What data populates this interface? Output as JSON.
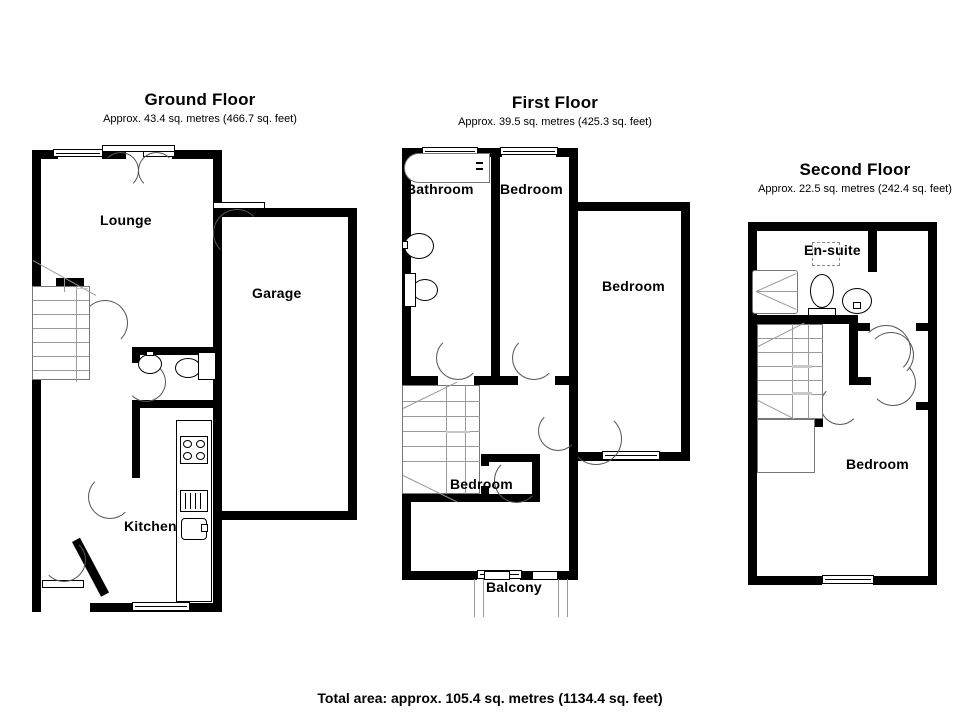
{
  "document": {
    "type": "floor-plan",
    "total_area_text": "Total area: approx. 105.4 sq. metres (1134.4 sq. feet)"
  },
  "floors": [
    {
      "id": "ground",
      "title": "Ground Floor",
      "area": "Approx. 43.4 sq. metres (466.7 sq. feet)",
      "area_metric": "43.4 sq. metres",
      "area_imperial": "466.7 sq. feet",
      "rooms": [
        {
          "name": "Lounge",
          "label": "Lounge"
        },
        {
          "name": "Garage",
          "label": "Garage"
        },
        {
          "name": "Kitchen",
          "label": "Kitchen"
        }
      ]
    },
    {
      "id": "first",
      "title": "First Floor",
      "area": "Approx. 39.5 sq. metres (425.3 sq. feet)",
      "area_metric": "39.5 sq. metres",
      "area_imperial": "425.3 sq. feet",
      "rooms": [
        {
          "name": "Bathroom",
          "label": "Bathroom"
        },
        {
          "name": "Bedroom front",
          "label": "Bedroom"
        },
        {
          "name": "Bedroom right",
          "label": "Bedroom"
        },
        {
          "name": "Bedroom rear",
          "label": "Bedroom"
        },
        {
          "name": "Balcony",
          "label": "Balcony"
        }
      ]
    },
    {
      "id": "second",
      "title": "Second Floor",
      "area": "Approx. 22.5 sq. metres (242.4 sq. feet)",
      "area_metric": "22.5 sq. metres",
      "area_imperial": "242.4 sq. feet",
      "rooms": [
        {
          "name": "En-suite",
          "label": "En-suite"
        },
        {
          "name": "Bedroom",
          "label": "Bedroom"
        }
      ]
    }
  ],
  "colors": {
    "wall": "#000000",
    "background": "#ffffff",
    "detail": "#9a9a9a",
    "text": "#000000"
  }
}
